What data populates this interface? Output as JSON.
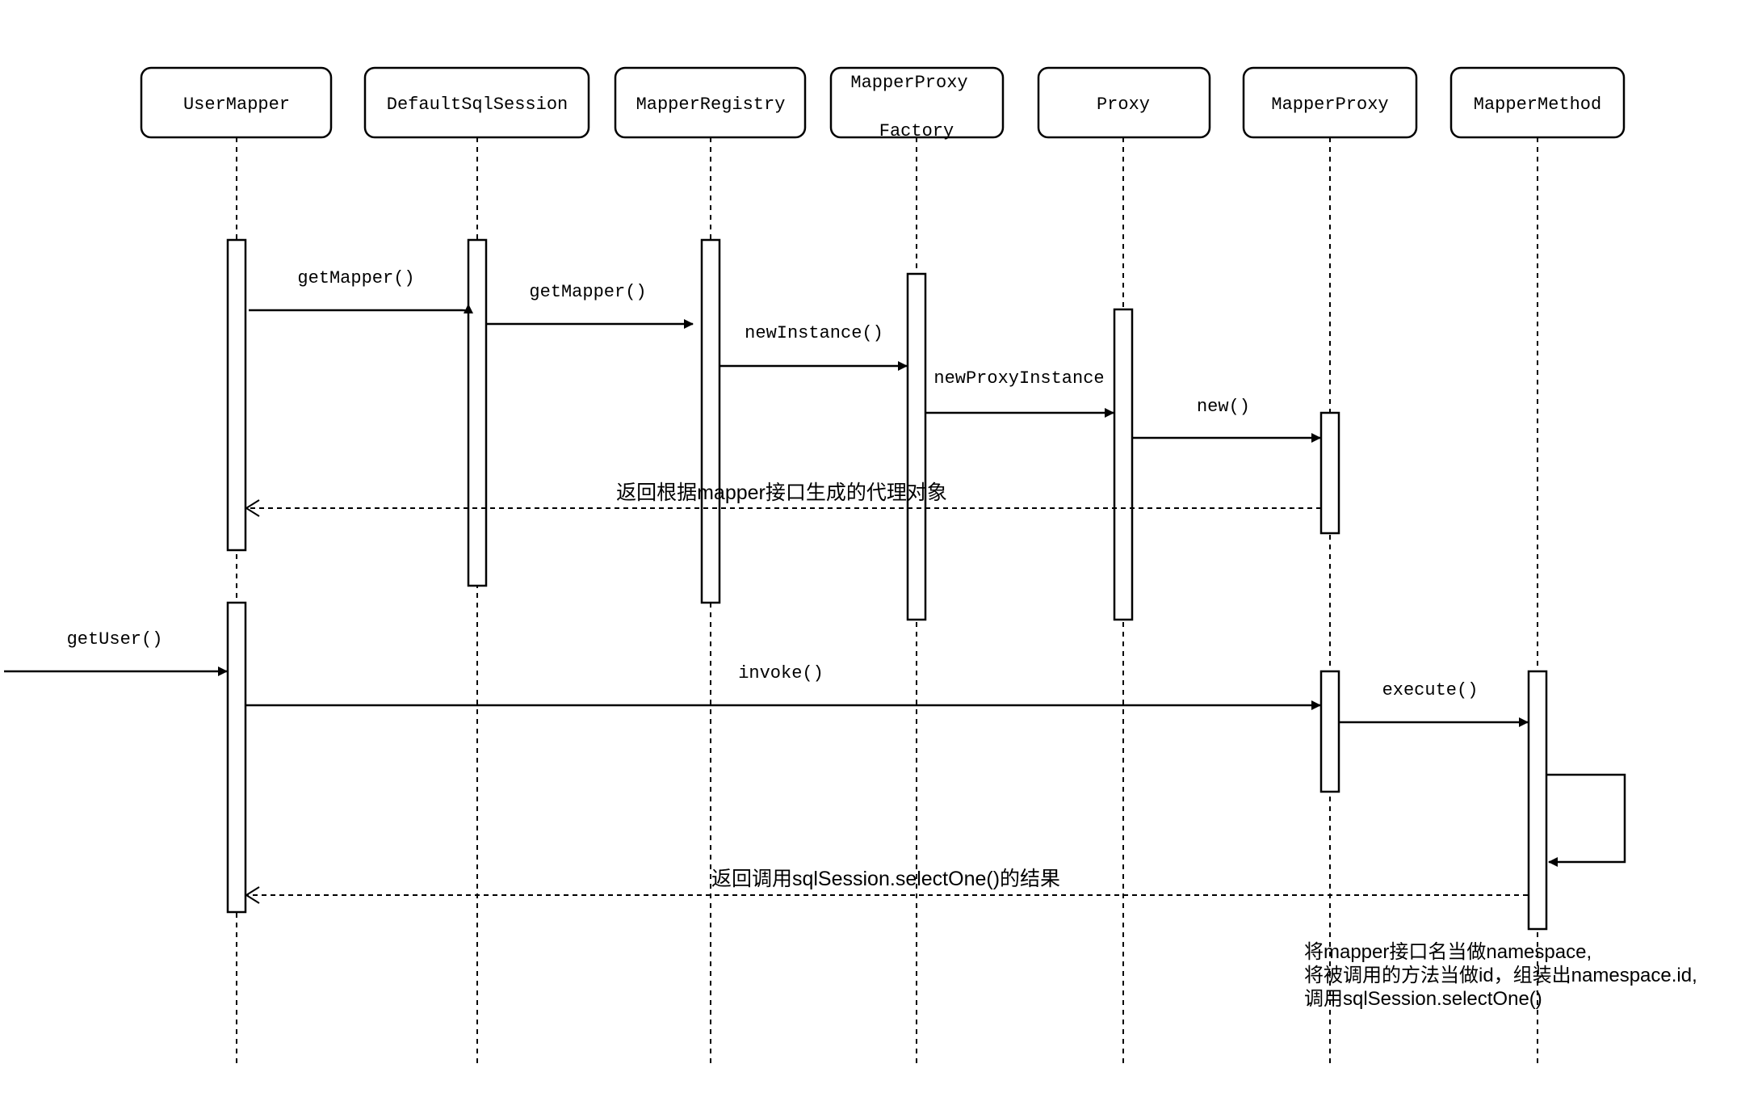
{
  "diagram": {
    "type": "sequence",
    "participants": [
      {
        "id": "user_mapper",
        "label_lines": [
          "UserMapper"
        ]
      },
      {
        "id": "default_sql_session",
        "label_lines": [
          "DefaultSqlSession"
        ]
      },
      {
        "id": "mapper_registry",
        "label_lines": [
          "MapperRegistry"
        ]
      },
      {
        "id": "mapper_proxy_factory",
        "label_lines": [
          "MapperProxy",
          "Factory"
        ]
      },
      {
        "id": "proxy",
        "label_lines": [
          "Proxy"
        ]
      },
      {
        "id": "mapper_proxy",
        "label_lines": [
          "MapperProxy"
        ]
      },
      {
        "id": "mapper_method",
        "label_lines": [
          "MapperMethod"
        ]
      }
    ],
    "messages": [
      {
        "id": "get-mapper-1",
        "label": "getMapper()",
        "from": "user_mapper",
        "to": "default_sql_session",
        "kind": "sync"
      },
      {
        "id": "get-mapper-2",
        "label": "getMapper()",
        "from": "default_sql_session",
        "to": "mapper_registry",
        "kind": "sync"
      },
      {
        "id": "new-instance",
        "label": "newInstance()",
        "from": "mapper_registry",
        "to": "mapper_proxy_factory",
        "kind": "sync"
      },
      {
        "id": "new-proxy-instance",
        "label": "newProxyInstance",
        "from": "mapper_proxy_factory",
        "to": "proxy",
        "kind": "sync"
      },
      {
        "id": "new",
        "label": "new()",
        "from": "proxy",
        "to": "mapper_proxy",
        "kind": "sync"
      },
      {
        "id": "return-proxy",
        "label": "返回根据mapper接口生成的代理对象",
        "from": "mapper_proxy",
        "to": "user_mapper",
        "kind": "return"
      },
      {
        "id": "get-user",
        "label": "getUser()",
        "from": "external",
        "to": "user_mapper",
        "kind": "sync"
      },
      {
        "id": "invoke",
        "label": "invoke()",
        "from": "user_mapper",
        "to": "mapper_proxy",
        "kind": "sync"
      },
      {
        "id": "execute",
        "label": "execute()",
        "from": "mapper_proxy",
        "to": "mapper_method",
        "kind": "sync"
      },
      {
        "id": "self-call",
        "label": "",
        "from": "mapper_method",
        "to": "mapper_method",
        "kind": "self"
      },
      {
        "id": "return-result",
        "label": "返回调用sqlSession.selectOne()的结果",
        "from": "mapper_method",
        "to": "user_mapper",
        "kind": "return"
      }
    ],
    "note": {
      "attached_to": "mapper_method",
      "lines": [
        "将mapper接口名当做namespace,",
        "将被调用的方法当做id，组装出namespace.id,",
        "调用sqlSession.selectOne()"
      ]
    },
    "colors": {
      "stroke": "#000000",
      "background": "#ffffff",
      "box_fill": "#ffffff"
    }
  }
}
